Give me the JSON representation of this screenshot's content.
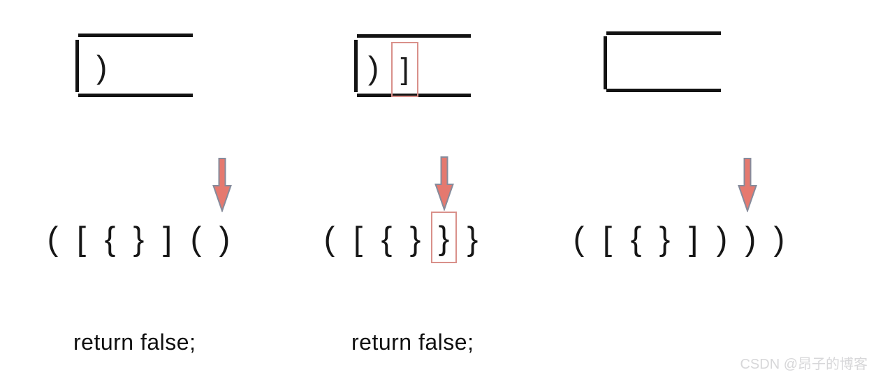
{
  "colors": {
    "ink": "#131313",
    "arrow_fill": "#e5796f",
    "arrow_stroke": "#868b9b",
    "highlight_border": "#d9908a",
    "watermark_gray": "#d7d7d9"
  },
  "panels": [
    {
      "label": "case-unmatched-open-paren",
      "stack_items": [
        {
          "char": ")",
          "boxed": false
        }
      ],
      "sequence": [
        {
          "char": "(",
          "boxed": false
        },
        {
          "char": "[",
          "boxed": false
        },
        {
          "char": "{",
          "boxed": false
        },
        {
          "char": "}",
          "boxed": false
        },
        {
          "char": "]",
          "boxed": false
        },
        {
          "char": "(",
          "boxed": false
        },
        {
          "char": ")",
          "boxed": false
        }
      ],
      "result": "return false;"
    },
    {
      "label": "case-mismatched-bracket",
      "stack_items": [
        {
          "char": ")",
          "boxed": false
        },
        {
          "char": "]",
          "boxed": true
        }
      ],
      "sequence": [
        {
          "char": "(",
          "boxed": false
        },
        {
          "char": "[",
          "boxed": false
        },
        {
          "char": "{",
          "boxed": false
        },
        {
          "char": "}",
          "boxed": false
        },
        {
          "char": "}",
          "boxed": true
        },
        {
          "char": "}",
          "boxed": false
        }
      ],
      "result": "return false;"
    },
    {
      "label": "case-extra-close-paren",
      "stack_items": [],
      "sequence": [
        {
          "char": "(",
          "boxed": false
        },
        {
          "char": "[",
          "boxed": false
        },
        {
          "char": "{",
          "boxed": false
        },
        {
          "char": "}",
          "boxed": false
        },
        {
          "char": "]",
          "boxed": false
        },
        {
          "char": ")",
          "boxed": false
        },
        {
          "char": ")",
          "boxed": false
        },
        {
          "char": ")",
          "boxed": false
        }
      ]
    }
  ],
  "watermark": {
    "text": "CSDN @昂子的博客"
  }
}
